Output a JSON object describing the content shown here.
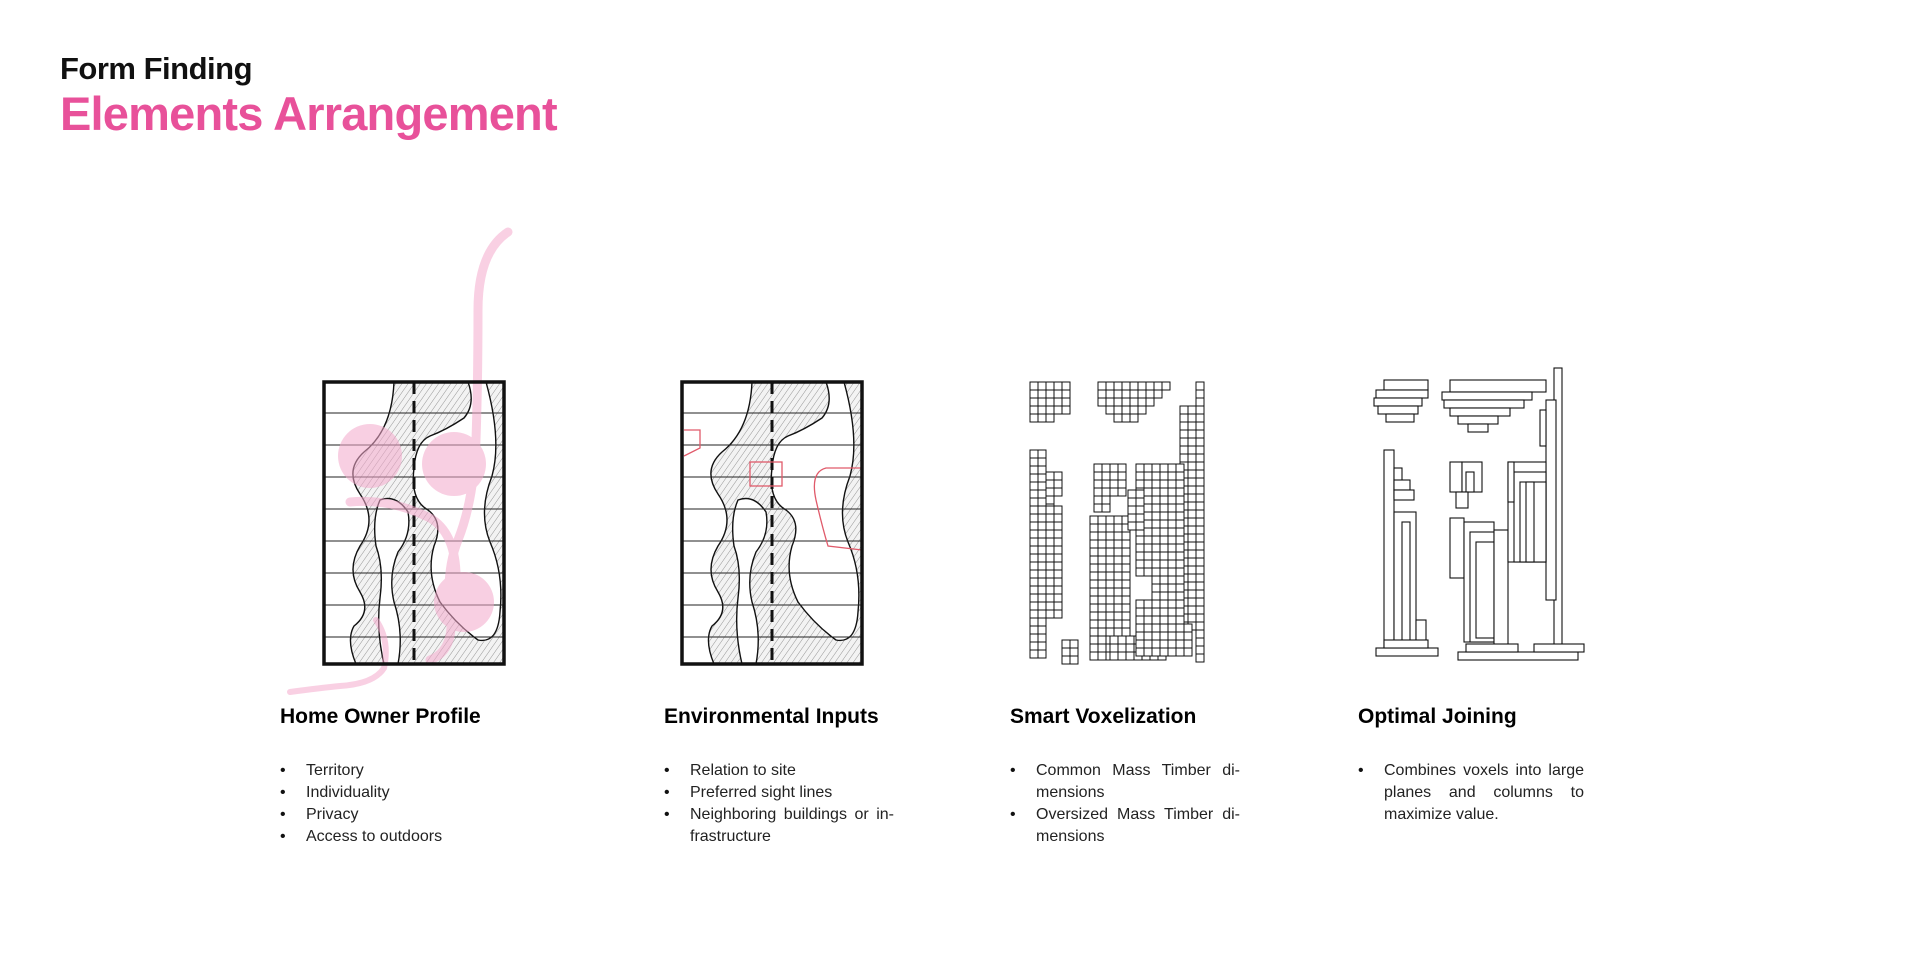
{
  "header": {
    "kicker": "Form Finding",
    "title": "Elements Arrangement"
  },
  "colors": {
    "accent": "#e8519a",
    "accent_light": "#f6c6dc",
    "line": "#111111",
    "hatch_fill": "#cfcfcf",
    "inputs_red": "#e05a6a"
  },
  "steps": [
    {
      "title": "Home Owner Profile",
      "items": [
        "Territory",
        "Individuality",
        "Privacy",
        "Access to outdoors"
      ]
    },
    {
      "title": "Environmental Inputs",
      "items": [
        "Relation to site",
        "Preferred sight lines",
        "Neighboring buildings or in-frastructure"
      ]
    },
    {
      "title": "Smart Voxelization",
      "items": [
        "Common Mass Timber di-mensions",
        "Oversized Mass Timber di-mensions"
      ]
    },
    {
      "title": "Optimal Joining",
      "items": [
        "Combines voxels into large planes and columns to maximize value."
      ]
    }
  ]
}
